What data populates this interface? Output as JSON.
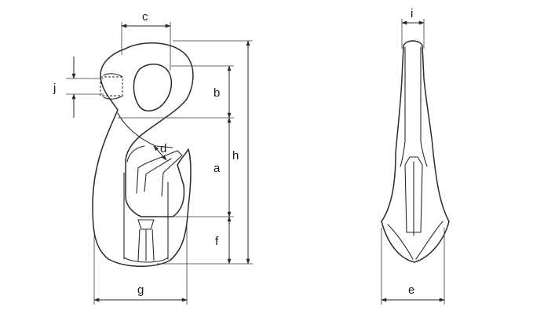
{
  "dimension_labels": {
    "c": "c",
    "i": "i",
    "j": "j",
    "b": "b",
    "d": "d",
    "a": "a",
    "h": "h",
    "f": "f",
    "g": "g",
    "e": "e"
  }
}
